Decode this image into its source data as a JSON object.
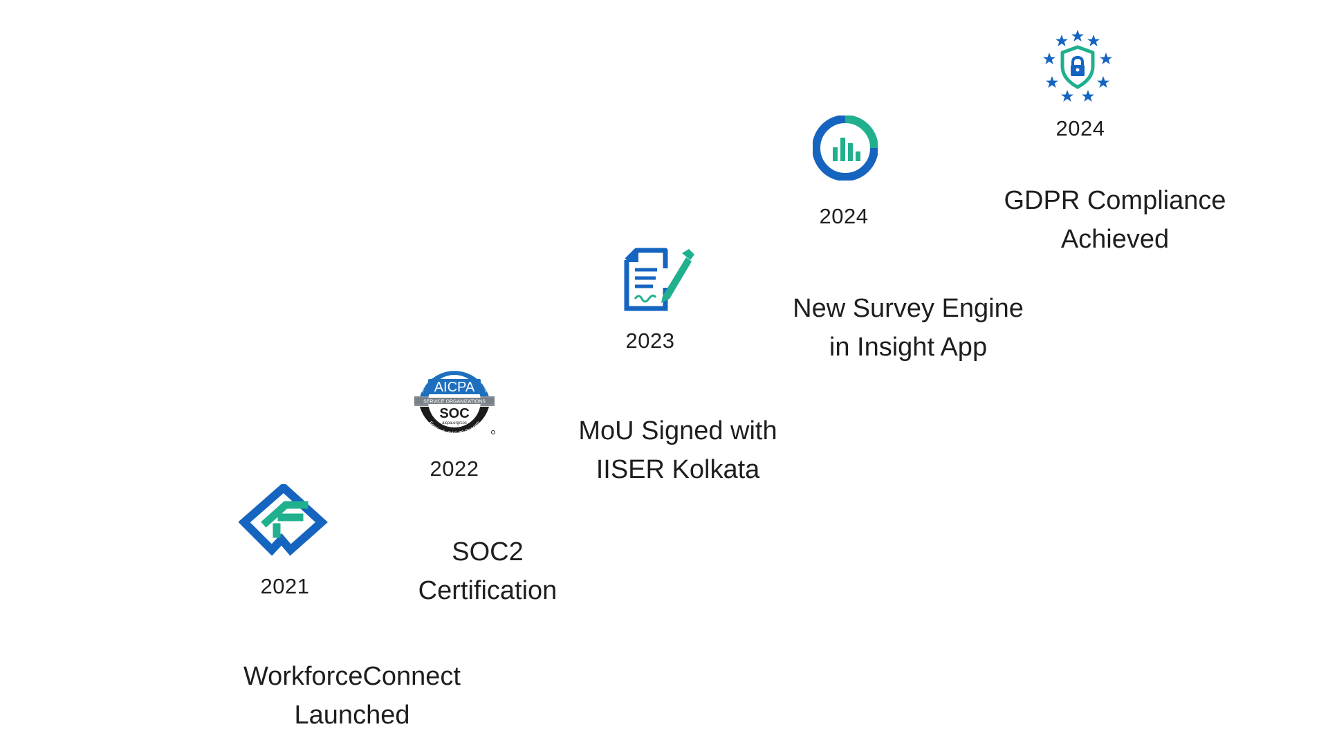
{
  "colors": {
    "blue": "#1565c0",
    "teal": "#20b08e",
    "black": "#1e1e1e"
  },
  "milestones": [
    {
      "year": "2021",
      "icon": "workforceconnect-logo-icon",
      "caption": [
        "WorkforceConnect",
        "Launched"
      ]
    },
    {
      "year": "2022",
      "icon": "aicpa-soc-badge-icon",
      "badge_text": {
        "top": "AICPA",
        "ring": "AICPA Service Organization Control Reports",
        "band": "SERVICE ORGANIZATIONS",
        "center": "SOC",
        "site": "aicpa.org/soc",
        "bottom": "Formerly SAS 70 Reports"
      },
      "caption": [
        "SOC2",
        "Certification"
      ]
    },
    {
      "year": "2023",
      "icon": "signed-document-icon",
      "caption": [
        "MoU Signed with",
        "IISER Kolkata"
      ]
    },
    {
      "year": "2024",
      "icon": "survey-chart-icon",
      "caption": [
        "New Survey Engine",
        "in Insight App"
      ]
    },
    {
      "year": "2024",
      "icon": "gdpr-shield-icon",
      "caption": [
        "GDPR Compliance",
        "Achieved"
      ]
    }
  ]
}
